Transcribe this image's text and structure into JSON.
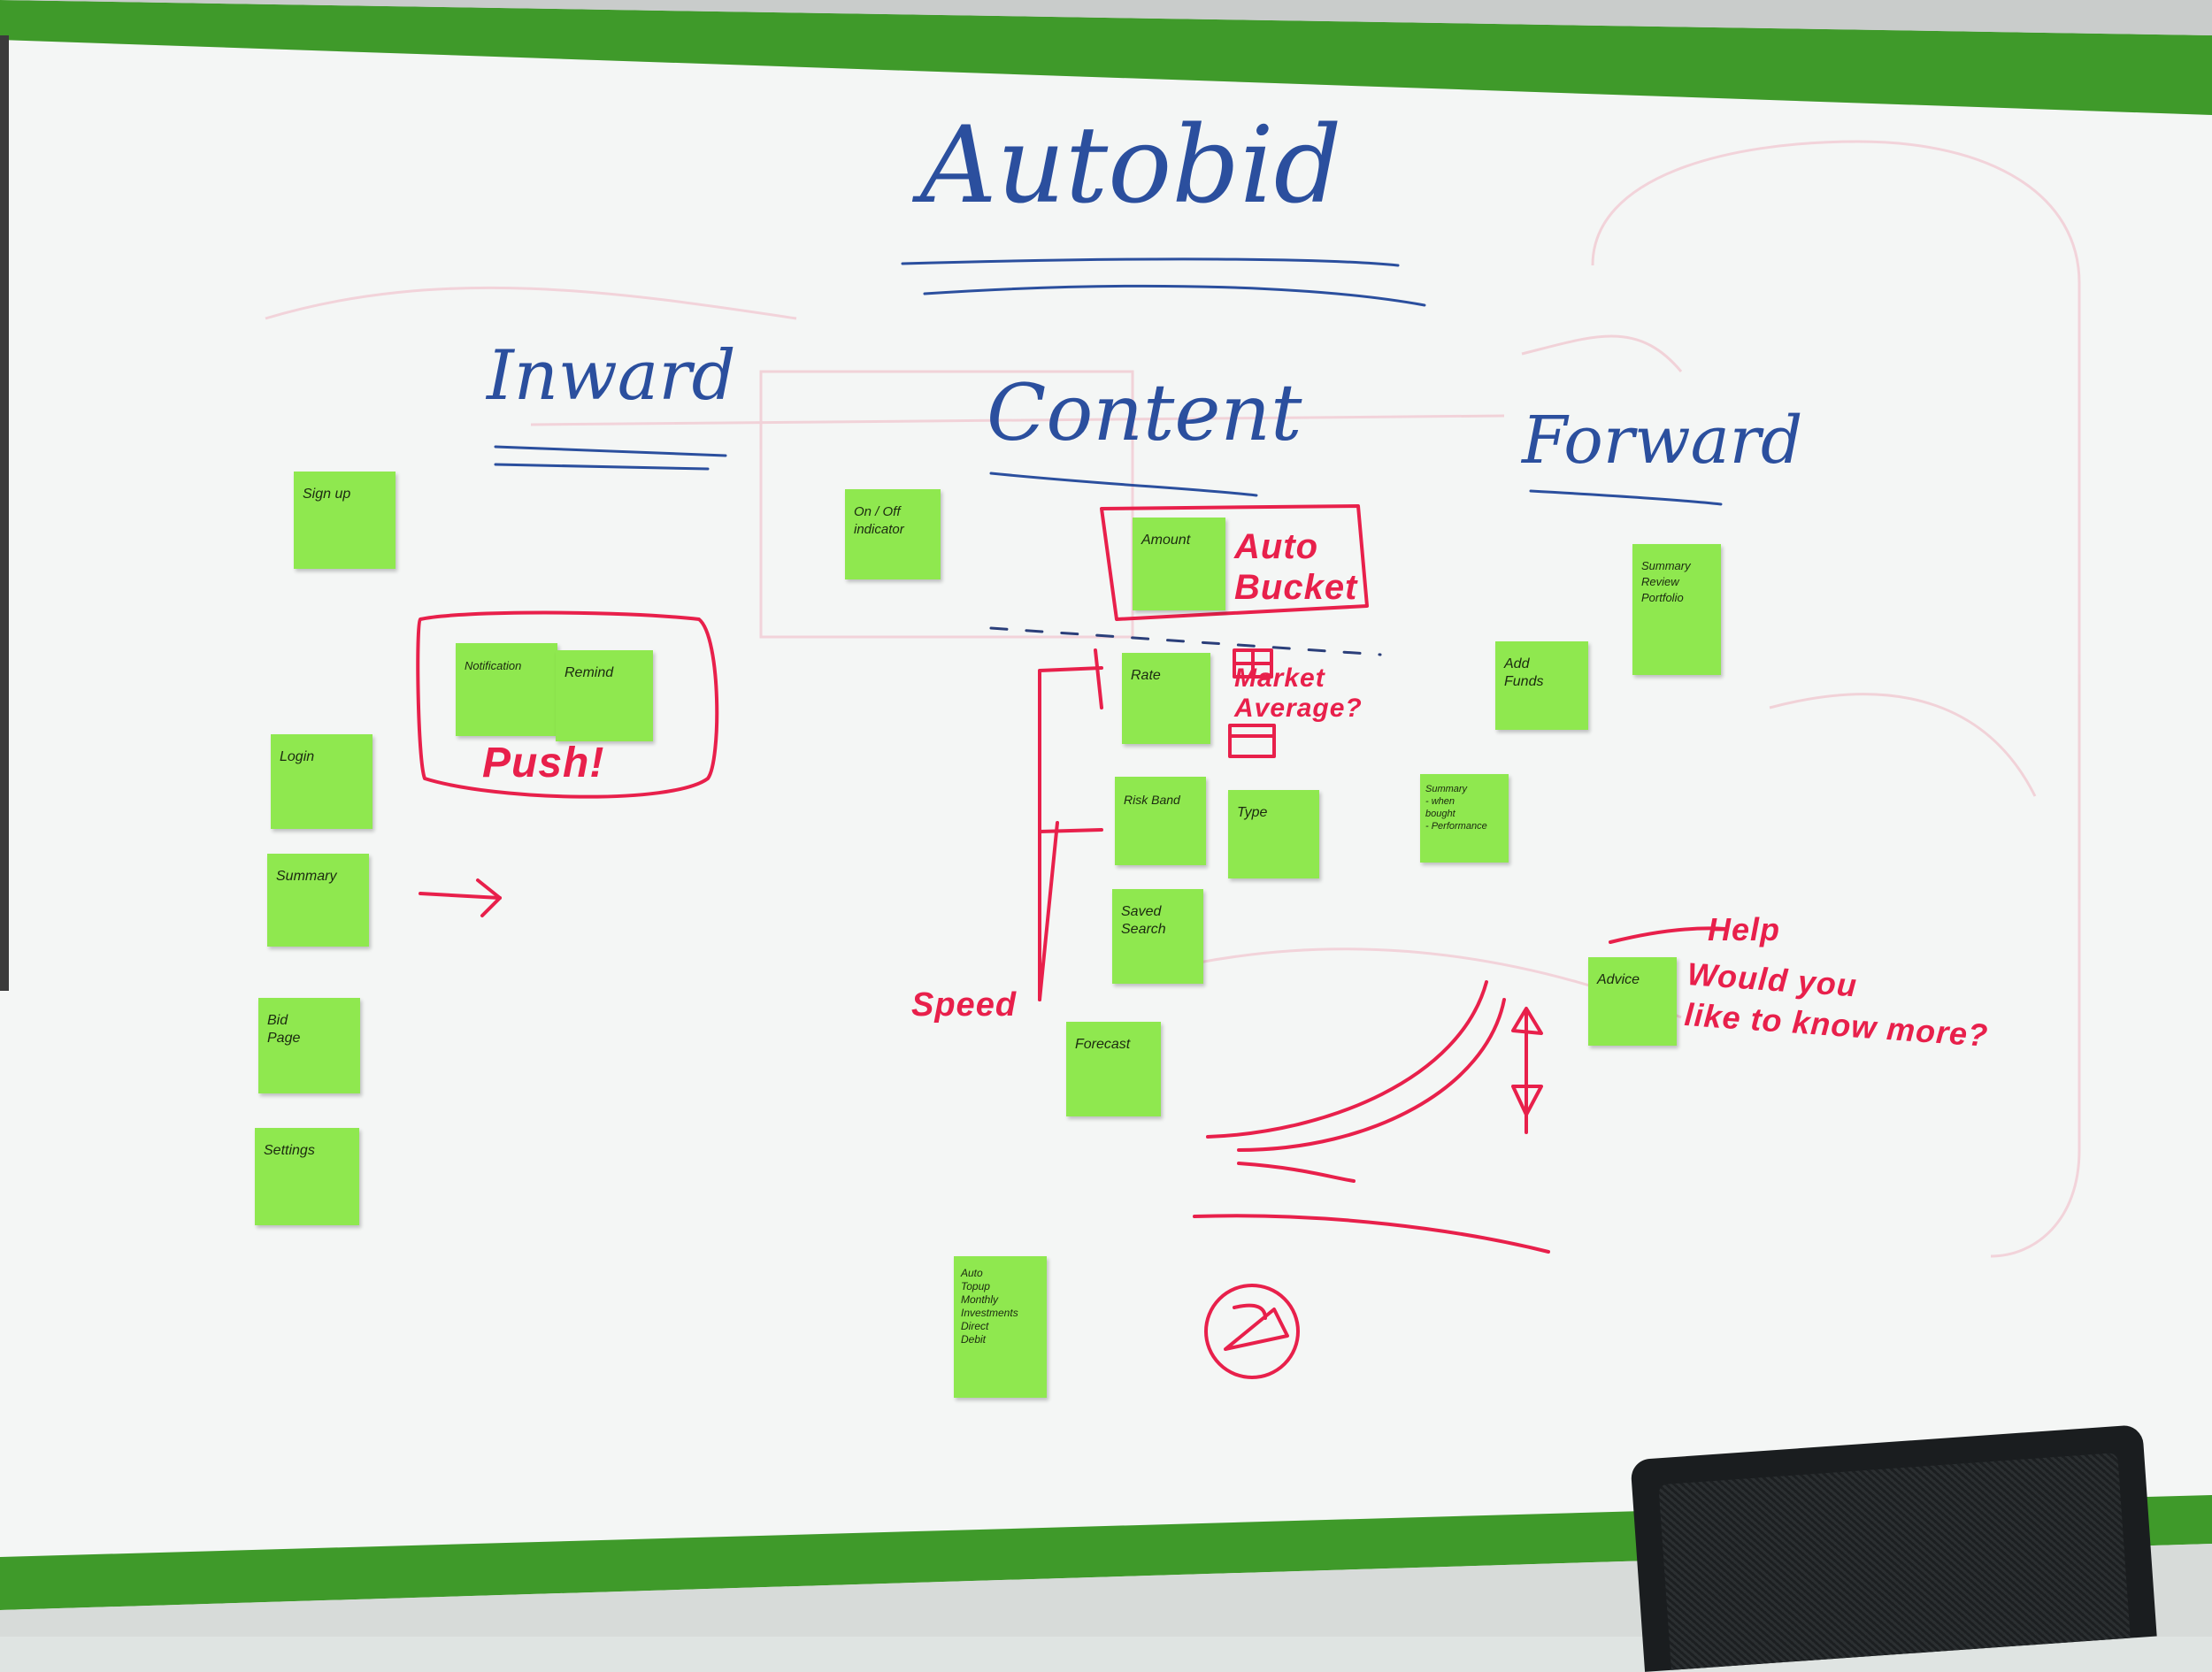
{
  "title": "Autobid",
  "columns": {
    "inward": "Inward",
    "content": "Content",
    "forward": "Forward"
  },
  "annotations": {
    "auto_bucket": "Auto\nBucket",
    "market_average": "Market\nAverage?",
    "push": "Push!",
    "speed": "Speed",
    "help": "Help",
    "would_you": "Would you\nlike to know more?"
  },
  "notes": {
    "sign_up": "Sign up",
    "on_off": "On / Off\nindicator",
    "amount": "Amount",
    "notification": "Notification",
    "remind": "Remind",
    "login": "Login",
    "summary_inward": "Summary",
    "bid_page": "Bid\nPage",
    "settings": "Settings",
    "rate": "Rate",
    "risk_band": "Risk Band",
    "type": "Type",
    "saved_search": "Saved\nSearch",
    "forecast": "Forecast",
    "auto_topup": "Auto\nTopup\nMonthly\nInvestments\nDirect\nDebit",
    "add_funds": "Add\nFunds",
    "summary_review": "Summary\nReview\nPortfolio",
    "summary_forward": "Summary\n- when\nbought\n- Performance",
    "advice": "Advice"
  },
  "colors": {
    "board": "#f4f6f5",
    "green_stripe": "#3f9a2a",
    "sticky": "#8fe84f",
    "red_marker": "#e8204b",
    "blue_marker": "#2b4f9e"
  }
}
